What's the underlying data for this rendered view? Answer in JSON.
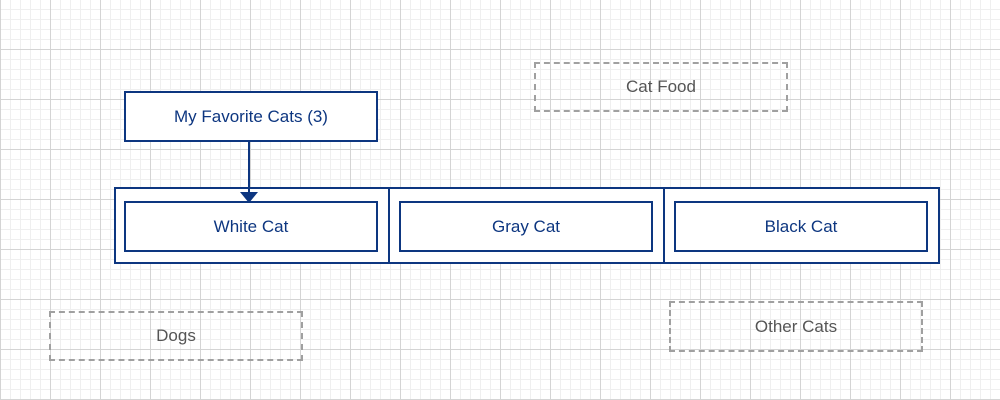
{
  "diagram": {
    "parent": {
      "label": "My Favorite Cats (3)"
    },
    "children": [
      {
        "label": "White Cat"
      },
      {
        "label": "Gray Cat"
      },
      {
        "label": "Black Cat"
      }
    ],
    "others": {
      "cat_food": "Cat Food",
      "dogs": "Dogs",
      "other_cats": "Other Cats"
    },
    "colors": {
      "primary": "#0d3680",
      "dashed_border": "#a0a0a0",
      "dashed_text": "#555555"
    }
  }
}
